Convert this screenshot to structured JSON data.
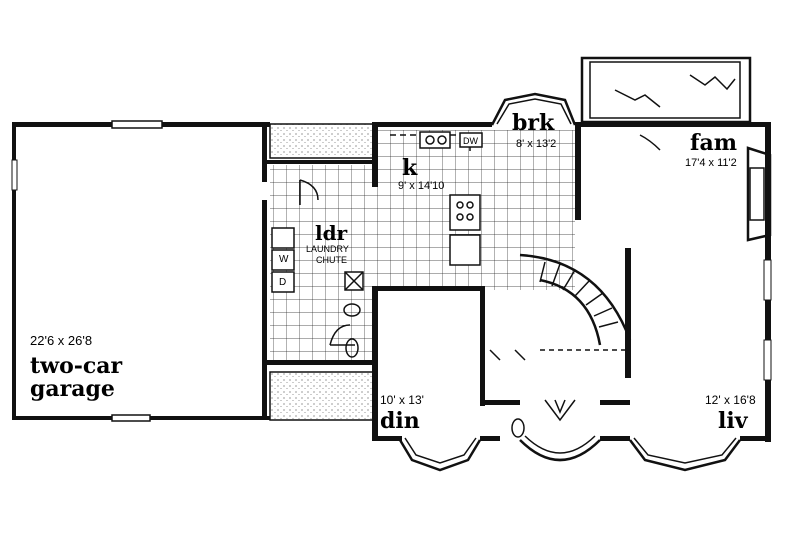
{
  "rooms": {
    "garage": {
      "name_line1": "two-car",
      "name_line2": "garage",
      "dims": "22'6 x 26'8"
    },
    "kitchen": {
      "name": "k",
      "dims": "9' x 14'10"
    },
    "breakfast": {
      "name": "brk",
      "dims": "8' x 13'2"
    },
    "family": {
      "name": "fam",
      "dims": "17'4 x 11'2"
    },
    "laundry": {
      "name": "ldr",
      "note_line1": "LAUNDRY",
      "note_line2": "CHUTE"
    },
    "dining": {
      "name": "din",
      "dims": "10' x 13'"
    },
    "living": {
      "name": "liv",
      "dims": "12' x 16'8"
    }
  },
  "fixtures": {
    "dishwasher": "DW",
    "washer": "W",
    "dryer": "D"
  }
}
